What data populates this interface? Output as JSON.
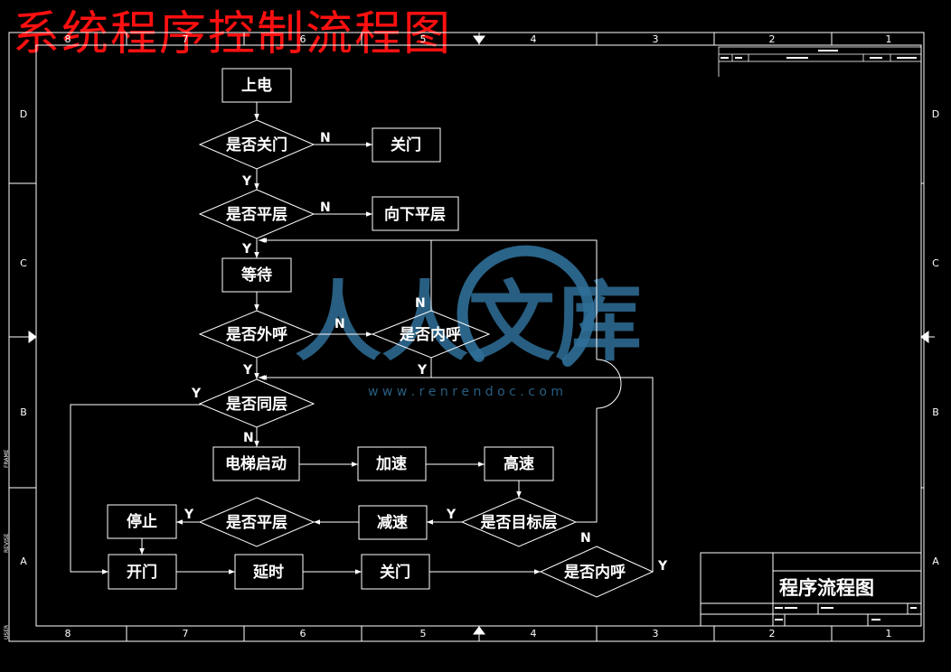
{
  "header": {
    "title": "系统程序控制流程图"
  },
  "frame": {
    "columns": [
      "8",
      "7",
      "6",
      "5",
      "4",
      "3",
      "2",
      "1"
    ],
    "rows": [
      "D",
      "C",
      "B",
      "A"
    ],
    "side_labels": [
      "FRAME",
      "REVISE",
      "USER"
    ]
  },
  "title_block": {
    "drawing_title": "程序流程图"
  },
  "watermark": {
    "logo_text": "人人文库",
    "url": "w w w . r e n r e n d o c . c o m"
  },
  "colors": {
    "title_red": "#ff1010",
    "line": "#ffffff",
    "watermark": "#2f6f98",
    "background": "#000000"
  },
  "flowchart": {
    "nodes": {
      "power_on": "上电",
      "is_door_closed": "是否关门",
      "close_door": "关门",
      "is_level": "是否平层",
      "level_down": "向下平层",
      "wait": "等待",
      "external_call": "是否外呼",
      "internal_call_1": "是否内呼",
      "same_floor": "是否同层",
      "start": "电梯启动",
      "accelerate": "加速",
      "high_speed": "高速",
      "target_floor": "是否目标层",
      "decelerate": "减速",
      "is_level_2": "是否平层",
      "stop": "停止",
      "open_door": "开门",
      "delay": "延时",
      "close_door_2": "关门",
      "internal_call_2": "是否内呼"
    },
    "labels": {
      "yes": "Y",
      "no": "N"
    }
  }
}
